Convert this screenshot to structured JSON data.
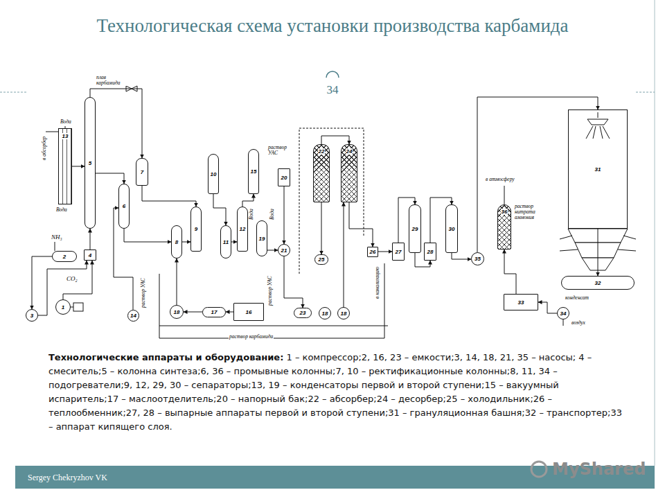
{
  "diagram": {
    "title": "Технологическая схема установки производства карбамида",
    "nodes": [
      {
        "text": [
          "13"
        ]
      },
      {
        "text": [
          "5"
        ]
      },
      {
        "text": [
          "7"
        ]
      },
      {
        "text": [
          "6"
        ]
      },
      {
        "text": [
          "2"
        ]
      },
      {
        "text": [
          "4"
        ]
      },
      {
        "text": [
          "1"
        ]
      },
      {
        "text": [
          "3"
        ]
      },
      {
        "text": [
          "14"
        ]
      },
      {
        "text": [
          "8"
        ]
      },
      {
        "text": [
          "9"
        ]
      },
      {
        "text": [
          "10"
        ]
      },
      {
        "text": [
          "11"
        ]
      },
      {
        "text": [
          "12"
        ]
      },
      {
        "text": [
          "15"
        ]
      },
      {
        "text": [
          "19"
        ]
      },
      {
        "text": [
          "20"
        ]
      },
      {
        "text": [
          "21"
        ]
      },
      {
        "text": [
          "22"
        ]
      },
      {
        "text": [
          "24"
        ]
      },
      {
        "text": [
          "25"
        ]
      },
      {
        "text": [
          "26"
        ]
      },
      {
        "text": [
          "18"
        ]
      },
      {
        "text": [
          "17"
        ]
      },
      {
        "text": [
          "16"
        ]
      },
      {
        "text": [
          "23"
        ]
      },
      {
        "text": [
          "18"
        ]
      },
      {
        "text": [
          "18"
        ]
      },
      {
        "text": [
          "27"
        ]
      },
      {
        "text": [
          "29"
        ]
      },
      {
        "text": [
          "28"
        ]
      },
      {
        "text": [
          "30"
        ]
      },
      {
        "text": [
          "35"
        ]
      },
      {
        "text": [
          "36"
        ]
      },
      {
        "text": [
          "31"
        ]
      },
      {
        "text": [
          "32"
        ]
      },
      {
        "text": [
          "33"
        ]
      },
      {
        "text": [
          "34"
        ]
      }
    ],
    "edges": [
      {
        "from": 6,
        "to": 5,
        "arrow": "to"
      },
      {
        "from": 4,
        "to": 7,
        "arrow": "to"
      },
      {
        "from": 7,
        "to": 5,
        "arrow": "to"
      },
      {
        "from": 5,
        "to": 1,
        "arrow": "to"
      },
      {
        "from": 1,
        "to": 2,
        "arrow": "to"
      },
      {
        "from": 1,
        "to": 3,
        "arrow": "to"
      },
      {
        "from": 2,
        "to": 10,
        "arrow": "to"
      },
      {
        "from": 9,
        "to": 10,
        "arrow": "to"
      },
      {
        "from": 3,
        "to": 9,
        "arrow": "to"
      },
      {
        "from": 11,
        "to": 12,
        "arrow": "to"
      },
      {
        "from": 12,
        "to": 13,
        "arrow": "to"
      },
      {
        "from": 13,
        "to": 14,
        "arrow": "to"
      },
      {
        "from": 15,
        "to": 17,
        "arrow": "to"
      },
      {
        "from": 16,
        "to": 17,
        "arrow": "to"
      },
      {
        "from": 18,
        "to": 19,
        "arrow": "to"
      },
      {
        "from": 19,
        "to": 21,
        "arrow": "to"
      },
      {
        "from": 21,
        "to": 28,
        "arrow": "to"
      },
      {
        "from": 28,
        "to": 29,
        "arrow": "to"
      },
      {
        "from": 29,
        "to": 30,
        "arrow": "to"
      },
      {
        "from": 30,
        "to": 31,
        "arrow": "to"
      },
      {
        "from": 31,
        "to": 32,
        "arrow": "to"
      },
      {
        "from": 32,
        "to": 34,
        "arrow": "to"
      },
      {
        "from": 34,
        "to": 35,
        "arrow": "to"
      },
      {
        "from": 37,
        "to": 36,
        "arrow": "to"
      },
      {
        "from": 36,
        "to": 33,
        "arrow": "to"
      },
      {
        "from": 24,
        "to": 23,
        "arrow": "to"
      },
      {
        "from": 23,
        "to": 22,
        "arrow": "to"
      },
      {
        "from": 22,
        "to": 9,
        "arrow": "to"
      },
      {
        "from": 8,
        "to": 3,
        "arrow": "to"
      },
      {
        "from": 17,
        "to": 25,
        "arrow": "to"
      },
      {
        "from": 27,
        "to": 19,
        "arrow": "to"
      },
      {
        "from": 18,
        "to": 20,
        "arrow": "to"
      },
      {
        "from": 0,
        "to": 1,
        "arrow": "to"
      }
    ],
    "labels": [
      "34",
      "плав карбамида",
      "в абсорбер",
      "Вода",
      "Вода",
      "NH₃",
      "CO₂",
      "раствор УАС",
      "раствор УАС",
      "Вода",
      "Вода",
      "раствор УАС",
      "в канализацию",
      "раствор карбамида",
      "в атмосферу",
      "раствор нитрата аммония",
      "конденсат",
      "воздух",
      "Технологические аппараты и оборудование:",
      "1 – компрессор;2, 16, 23 – емкости;3, 14, 18, 21, 35 – насосы; 4 – смеситель;5 – колонна синтеза;6, 36 – промывные колонны;7, 10 – ректификационные колонны;8, 11, 34 – подогреватели;9, 12, 29, 30 – сепараторы;13, 19 – конденсаторы первой и второй ступени;15 – вакуумный испаритель;17 – маслоотделитель;20 – напорный бак;22 – абсорбер;24 – десорбер;25 – холодильник;26 – теплообменник;27, 28 – выпарные аппараты первой и второй ступени;31 – грануляционная башня;32 – транспортер;33 – аппарат кипящего слоя.",
      "Sergey Chekryzhov VK",
      "MyShared"
    ]
  }
}
